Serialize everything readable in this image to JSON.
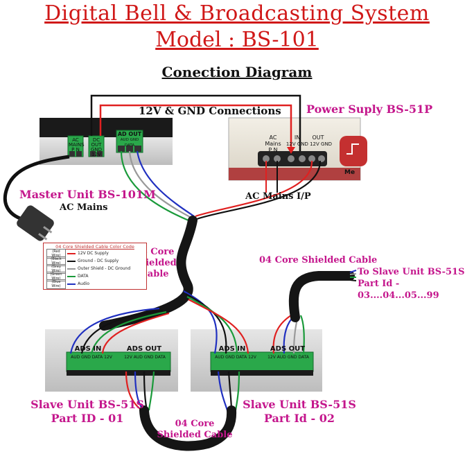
{
  "title": {
    "line1": "Digital Bell & Broadcasting System",
    "line2": "Model : BS-101",
    "subtitle": "Conection Diagram"
  },
  "labels": {
    "connections": "12V & GND Connections",
    "power_supply": "Power Suply BS-51P",
    "master_unit": "Master Unit BS-101M",
    "ac_mains": "AC Mains",
    "ac_mains_ip": "AC Mains I/P",
    "core_cable_left_1": "04 Core",
    "core_cable_left_2": "Shielded Cable",
    "core_cable_top": "04 Core Shielded Cable",
    "to_slave_1": "To Slave Unit BS-51S",
    "to_slave_2": "Part Id - 03....04...05...99",
    "slave1_1": "Slave Unit BS-51S",
    "slave1_2": "Part ID - 01",
    "slave2_1": "Slave Unit BS-51S",
    "slave2_2": "Part Id - 02",
    "core_cable_bottom_1": "04 Core",
    "core_cable_bottom_2": "Shielded Cable"
  },
  "master_terminals": {
    "ac_mains": "AC MAINS",
    "ac_pn": "P    N",
    "dc_out": "DC OUT",
    "dc_gnd": "GND 12V",
    "ad_out": "AD OUT",
    "ad_pins": "AUD GND DATA"
  },
  "power_terminals": {
    "ac_mains": "AC Mains",
    "pn": "P      N",
    "in": "IN",
    "out": "OUT",
    "pins": "12V GND 12V GND",
    "brand": "Me"
  },
  "slave_terminals": {
    "ads_in": "ADS IN",
    "ads_out": "ADS OUT",
    "pins_in": "AUD GND DATA 12V",
    "pins_out": "12V AUD GND DATA"
  },
  "legend": {
    "title": "04 Core Shielded Cable Color Code",
    "rows": [
      {
        "box": "(Red Wire)",
        "text": "12V DC Supply",
        "color": "#e02020"
      },
      {
        "box": "(Black Wire)",
        "text": "Ground - DC Supply",
        "color": "#111111"
      },
      {
        "box": "(Grey Wire)",
        "text": "Outer Shield - DC Ground",
        "color": "#999999"
      },
      {
        "box": "(Green Wire)",
        "text": "DATA",
        "color": "#1a9a3a"
      },
      {
        "box": "(Blue Wire)",
        "text": "Audio",
        "color": "#2030c0"
      }
    ]
  },
  "colors": {
    "red": "#e02020",
    "black": "#111111",
    "grey": "#999999",
    "green": "#1a9a3a",
    "blue": "#2030c0",
    "magenta": "#c4168c",
    "title": "#d01818"
  }
}
